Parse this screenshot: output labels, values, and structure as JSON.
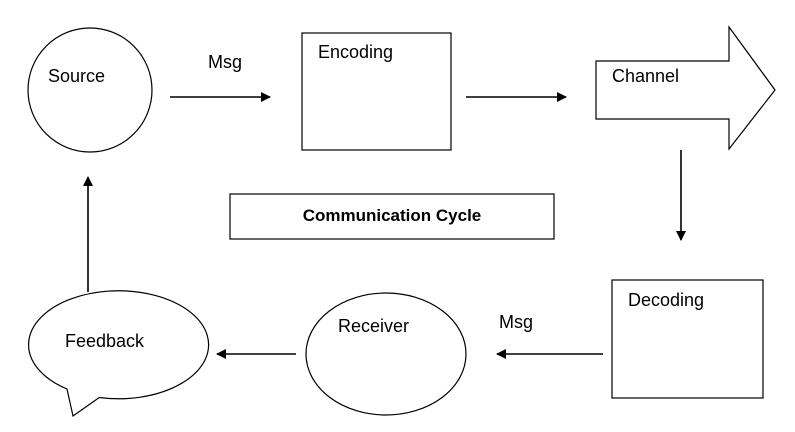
{
  "nodes": {
    "source": "Source",
    "encoding": "Encoding",
    "channel": "Channel",
    "decoding": "Decoding",
    "receiver": "Receiver",
    "feedback": "Feedback"
  },
  "edge_labels": {
    "source_to_encoding": "Msg",
    "decoding_to_receiver": "Msg"
  },
  "title": "Communication Cycle"
}
